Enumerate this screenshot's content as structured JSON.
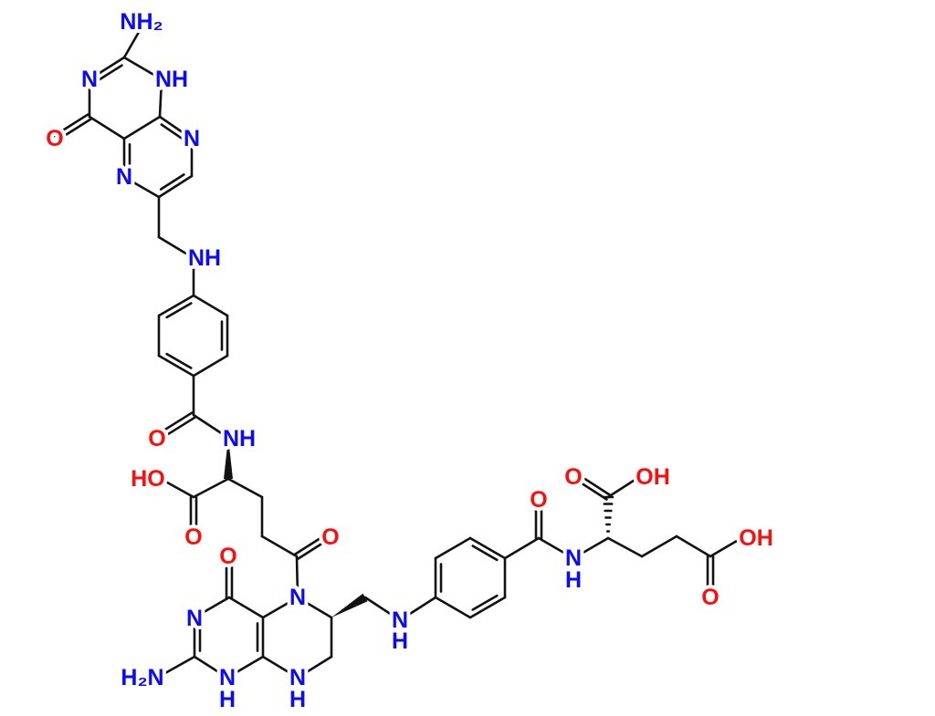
{
  "title": "Folic acid related dimer structure",
  "colors": {
    "nitrogen": "#0a0aff",
    "oxygen": "#ff0d0d",
    "bond": "#111111"
  },
  "labels": {
    "top_nh2": "NH₂",
    "top_n3": "N",
    "top_n1h": "NH",
    "top_o4": "O",
    "top_n8": "N",
    "top_n5": "N",
    "linker_nh": "NH",
    "amide1_o": "O",
    "amide1_nh": "NH",
    "acid1_ho": "HO",
    "acid1_o": "O",
    "ketone_o": "O",
    "bot_o4": "O",
    "bot_n5": "N",
    "bot_n3": "N",
    "bot_h2n": "H₂N",
    "bot_n1": "N",
    "bot_n1_h": "H",
    "bot_n8": "N",
    "bot_n8_h": "H",
    "linker2_n": "N",
    "linker2_h": "H",
    "amide2_o": "O",
    "amide2_n": "N",
    "amide2_h": "H",
    "acid2_o": "O",
    "acid2_oh": "OH",
    "acid3_oh": "OH",
    "acid3_o": "O"
  }
}
